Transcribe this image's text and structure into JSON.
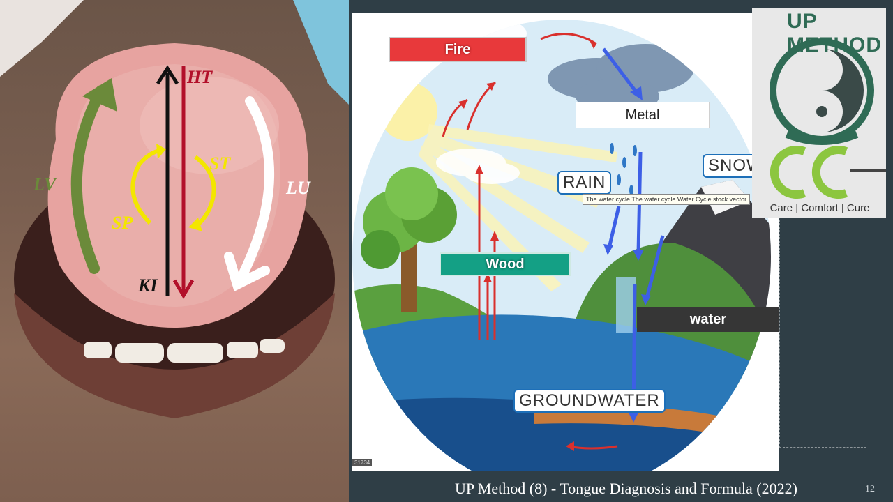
{
  "tongue": {
    "labels": {
      "lv": "LV",
      "ht": "HT",
      "st": "ST",
      "sp": "SP",
      "lu": "LU",
      "ki": "KI"
    },
    "colors": {
      "lv": "#6b8a3a",
      "ht": "#b2102a",
      "st": "#f3e600",
      "sp": "#f3e600",
      "lu": "#ffffff",
      "ki": "#111111"
    }
  },
  "water_cycle": {
    "elements": {
      "fire": "Fire",
      "metal": "Metal",
      "wood": "Wood",
      "water": "water"
    },
    "signs": {
      "rain": "RAIN",
      "snow": "SNOW",
      "groundwater": "GROUNDWATER"
    },
    "tooltip": "The water cycle The water cycle Water Cycle stock vector",
    "image_id": "31734"
  },
  "logo": {
    "title": "UP METHOD",
    "tagline": "Care | Comfort | Cure"
  },
  "footer": {
    "caption": "UP Method (8) - Tongue Diagnosis and Formula (2022)",
    "page_number": "12"
  }
}
